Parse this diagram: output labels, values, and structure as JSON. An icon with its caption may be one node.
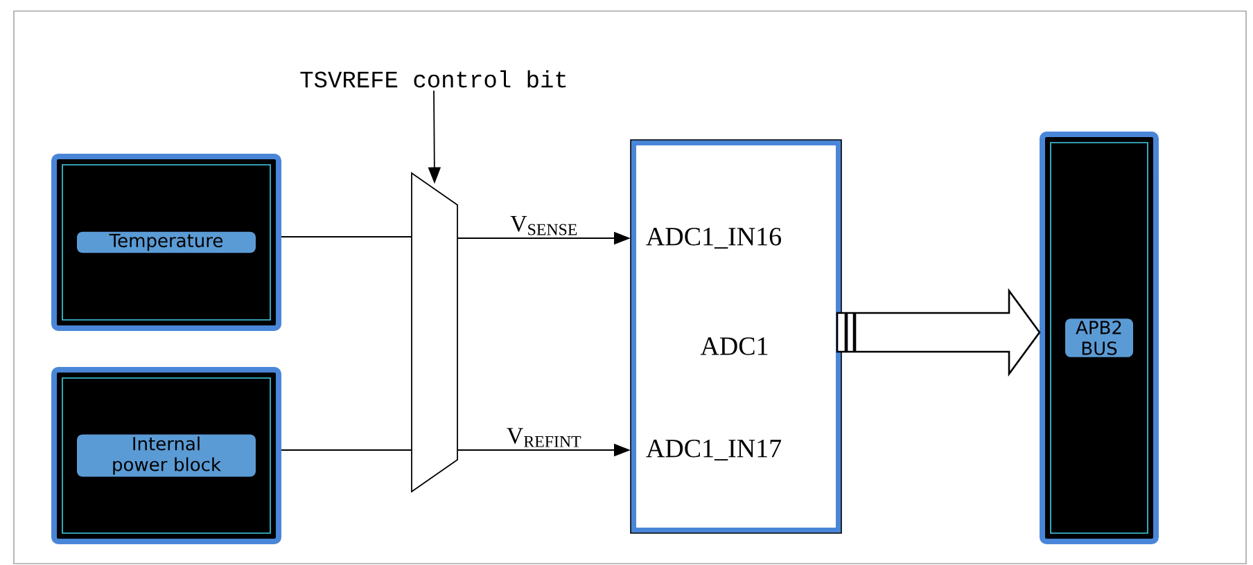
{
  "diagram": {
    "nodes": [
      {
        "text": [
          "Temperature"
        ]
      },
      {
        "text": [
          "Internal power block"
        ]
      },
      {
        "text": [],
        "shape": "trapezoid"
      },
      {
        "text": [
          "TSVREFE control bit"
        ]
      },
      {
        "text": [
          "ADC1_IN16",
          "ADC1",
          "ADC1_IN17"
        ]
      },
      {
        "text": [
          "APB2 BUS"
        ]
      }
    ],
    "edges": [
      {
        "from": 0,
        "to": 2,
        "arrow": "none"
      },
      {
        "from": 1,
        "to": 2,
        "arrow": "none"
      },
      {
        "from": 3,
        "to": 2,
        "arrow": "to"
      },
      {
        "from": 2,
        "to": 4,
        "arrow": "to",
        "label": "V$_{SENSE}$"
      },
      {
        "from": 2,
        "to": 4,
        "arrow": "to",
        "label": "V$_{REFINT}$"
      },
      {
        "from": 4,
        "to": 5,
        "arrow": "to",
        "style": "thick"
      }
    ]
  }
}
